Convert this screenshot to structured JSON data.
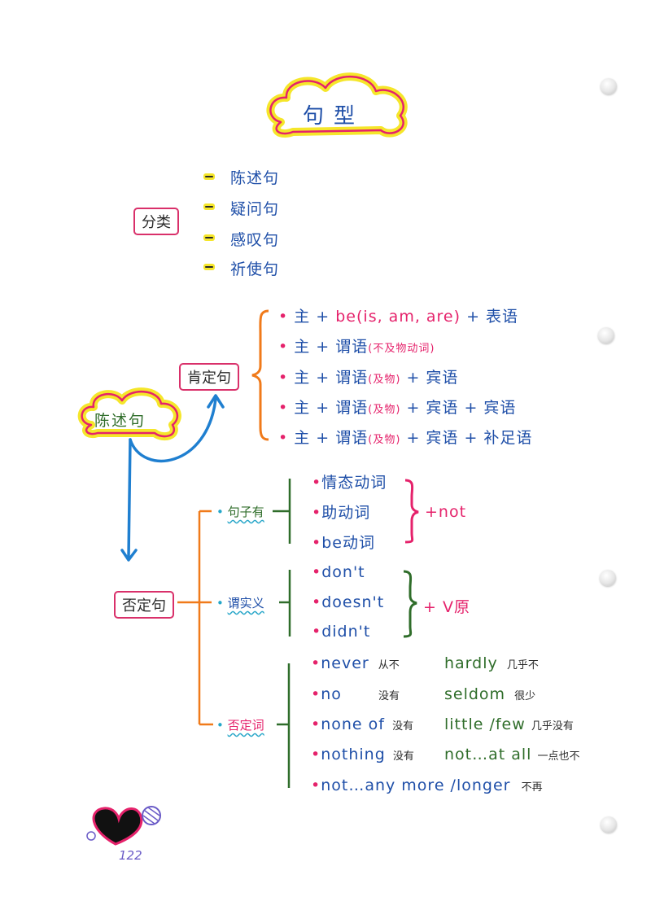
{
  "title": "句型",
  "classification": {
    "label": "分类",
    "items": [
      "陈述句",
      "疑问句",
      "感叹句",
      "祈使句"
    ]
  },
  "central": "陈述句",
  "affirmative": {
    "label": "肯定句",
    "rules": [
      {
        "a": "主 + ",
        "b": "be(is, am, are)",
        "c": " + 表语"
      },
      {
        "a": "主 + 谓语",
        "b": "(不及物动词)",
        "c": ""
      },
      {
        "a": "主 + 谓语",
        "b": "(及物)",
        "c": " + 宾语"
      },
      {
        "a": "主 + 谓语",
        "b": "(及物)",
        "c": " + 宾语 + 宾语"
      },
      {
        "a": "主 + 谓语",
        "b": "(及物)",
        "c": " + 宾语 + 补足语"
      }
    ]
  },
  "negative": {
    "label": "否定句",
    "group1": {
      "label": "句子有",
      "items": [
        "情态动词",
        "助动词",
        "be动词"
      ],
      "result": "+not"
    },
    "group2": {
      "label": "谓实义",
      "items": [
        "don't",
        "doesn't",
        "didn't"
      ],
      "result": "+ V原"
    },
    "group3": {
      "label": "否定词",
      "rows": [
        {
          "en1": "never",
          "cn1": "从不",
          "en2": "hardly",
          "cn2": "几乎不"
        },
        {
          "en1": "no",
          "cn1": "没有",
          "en2": "seldom",
          "cn2": "很少"
        },
        {
          "en1": "none of",
          "cn1": "没有",
          "en2": "little /few",
          "cn2": "几乎没有"
        },
        {
          "en1": "nothing",
          "cn1": "没有",
          "en2": "not…at all",
          "cn2": "一点也不"
        },
        {
          "en1": "not…any more /longer",
          "cn1": "",
          "en2": "",
          "cn2": "不再"
        }
      ]
    }
  },
  "page_number": "122",
  "colors": {
    "pink": "#e5226b",
    "blue": "#1f4fa8",
    "green": "#2f6d2a",
    "yellow": "#f5e62a",
    "orange": "#f07a1a"
  }
}
